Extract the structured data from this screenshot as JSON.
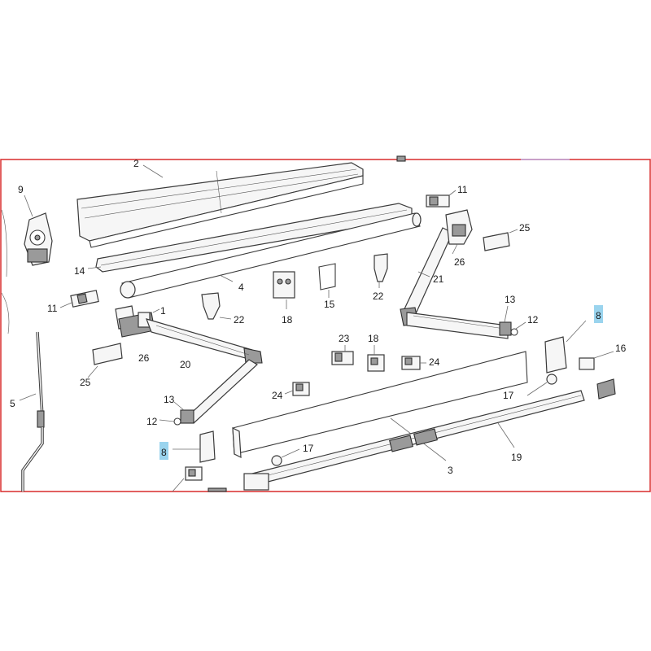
{
  "colors": {
    "frame": "#d92b2b",
    "highlight": "#9ad4ee",
    "line": "#3a3a3a"
  },
  "callouts": {
    "c1": "1",
    "c2": "2",
    "c3": "3",
    "c4": "4",
    "c5": "5",
    "c8a": "8",
    "c8b": "8",
    "c9": "9",
    "c11a": "11",
    "c11b": "11",
    "c12a": "12",
    "c12b": "12",
    "c13a": "13",
    "c13b": "13",
    "c14": "14",
    "c15": "15",
    "c16": "16",
    "c17a": "17",
    "c17b": "17",
    "c18a": "18",
    "c18b": "18",
    "c19": "19",
    "c20": "20",
    "c21": "21",
    "c22a": "22",
    "c22b": "22",
    "c23": "23",
    "c24a": "24",
    "c24b": "24",
    "c25a": "25",
    "c25b": "25",
    "c26a": "26",
    "c26b": "26"
  },
  "highlighted_callouts": [
    "c8a",
    "c8b"
  ]
}
